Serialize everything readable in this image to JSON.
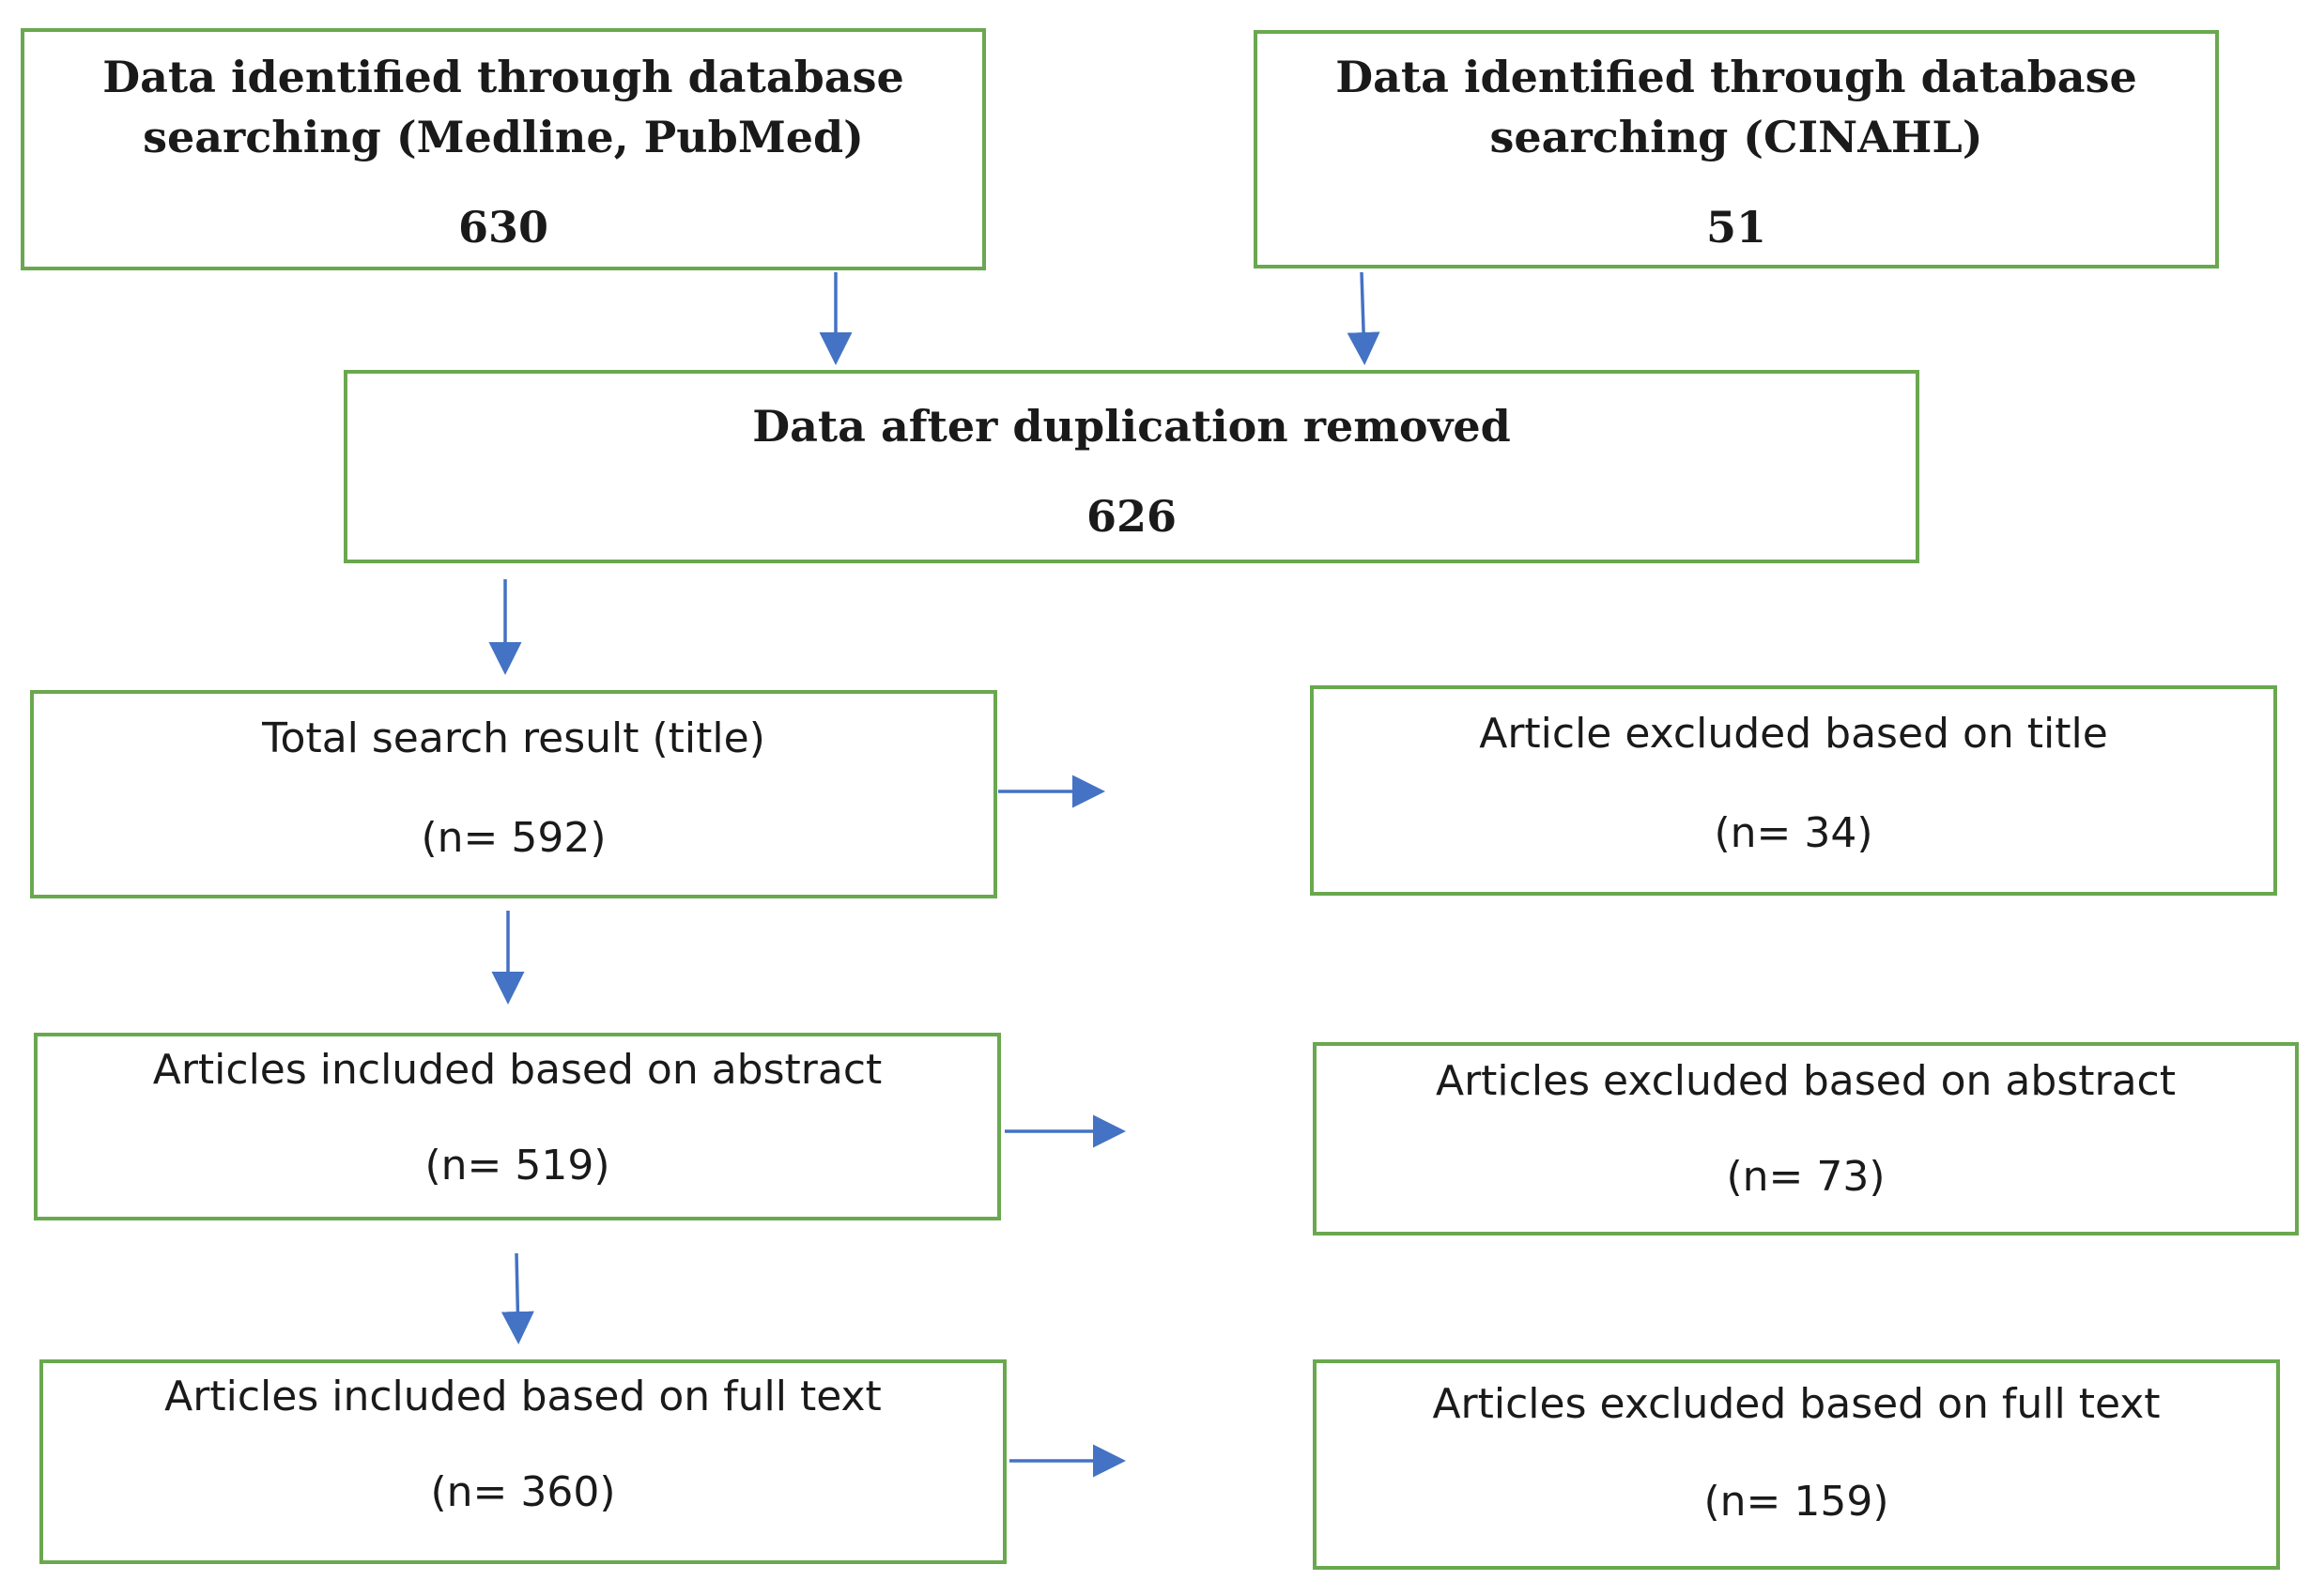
{
  "boxes": {
    "medline": {
      "label_line1": "Data identified through database",
      "label_line2": "searching (Medline, PubMed)",
      "count": "630"
    },
    "cinahl": {
      "label_line1": "Data identified through database",
      "label_line2": "searching (CINAHL)",
      "count": "51"
    },
    "deduplicated": {
      "label": "Data after duplication removed",
      "count": "626"
    },
    "title_screen": {
      "label": "Total search result (title)",
      "count": "(n= 592)"
    },
    "title_excluded": {
      "label": "Article excluded based on title",
      "count": "(n= 34)"
    },
    "abstract_included": {
      "label": "Articles included based on abstract",
      "count": "(n= 519)"
    },
    "abstract_excluded": {
      "label": "Articles excluded based on abstract",
      "count": "(n= 73)"
    },
    "fulltext_included": {
      "label": "Articles included based on full text",
      "count": "(n= 360)"
    },
    "fulltext_excluded": {
      "label": "Articles excluded based on full text",
      "count": "(n= 159)"
    }
  },
  "colors": {
    "box_border": "#6aa84f",
    "arrow": "#4472c4",
    "text": "#1a1a1a"
  }
}
